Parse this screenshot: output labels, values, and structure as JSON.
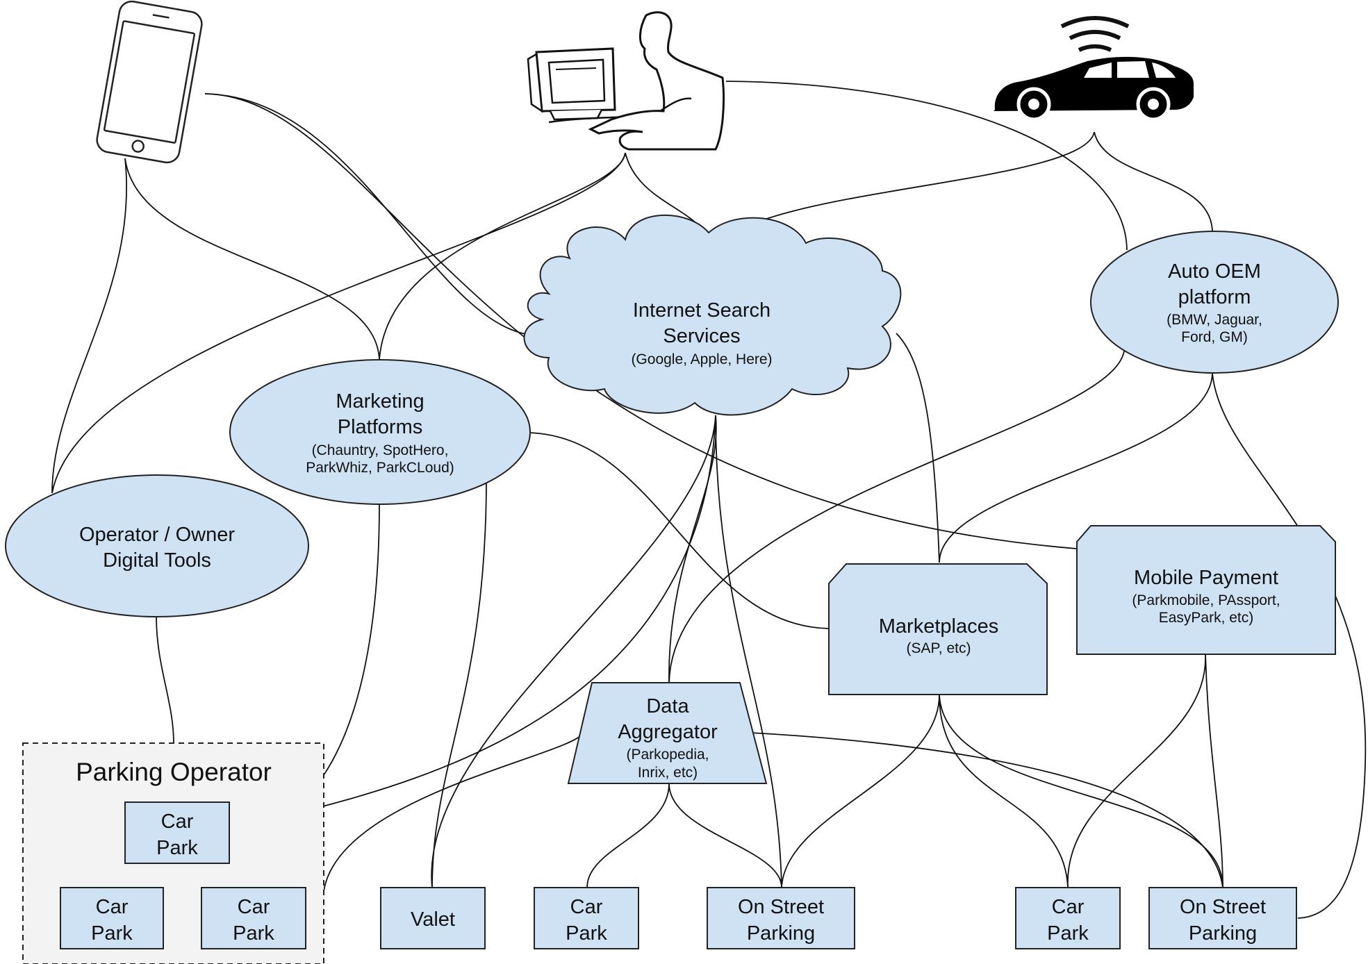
{
  "icons": {
    "phone": "smartphone-icon",
    "desktop": "person-at-computer-icon",
    "car": "connected-car-icon"
  },
  "colors": {
    "node_fill": "#cfe2f3",
    "group_fill": "#f3f3f3",
    "stroke": "#222222"
  },
  "nodes": {
    "internet_search": {
      "line1": "Internet Search",
      "line2": "Services",
      "sub": "(Google, Apple, Here)"
    },
    "auto_oem": {
      "line1": "Auto OEM",
      "line2": "platform",
      "sub1": "(BMW, Jaguar,",
      "sub2": "Ford, GM)"
    },
    "marketing": {
      "line1": "Marketing",
      "line2": "Platforms",
      "sub1": "(Chauntry, SpotHero,",
      "sub2": "ParkWhiz, ParkCLoud)"
    },
    "operator_tools": {
      "line1": "Operator / Owner",
      "line2": "Digital Tools"
    },
    "mobile_payment": {
      "line1": "Mobile Payment",
      "sub1": "(Parkmobile, PAssport,",
      "sub2": "EasyPark, etc)"
    },
    "marketplaces": {
      "line1": "Marketplaces",
      "sub": "(SAP, etc)"
    },
    "data_aggregator": {
      "line1": "Data",
      "line2": "Aggregator",
      "sub1": "(Parkopedia,",
      "sub2": "Inrix, etc)"
    }
  },
  "group": {
    "title": "Parking Operator"
  },
  "leaves": {
    "car_park_line1": "Car",
    "car_park_line2": "Park",
    "valet": "Valet",
    "on_street_line1": "On Street",
    "on_street_line2": "Parking"
  }
}
